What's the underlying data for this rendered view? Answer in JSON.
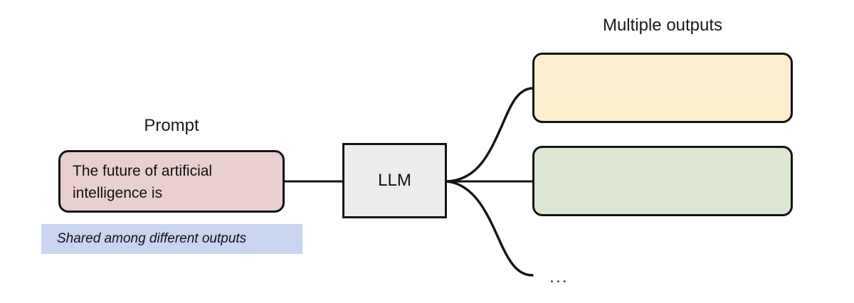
{
  "diagram": {
    "title": "LLM prompt with multiple outputs",
    "background_color": "#ffffff",
    "stroke_color": "#141414"
  },
  "captions": {
    "prompt_label": "Prompt",
    "outputs_label": "Multiple outputs"
  },
  "prompt": {
    "text": "The future of artificial intelligence is",
    "fill_color": "#e9cfcf"
  },
  "model": {
    "label": "LLM",
    "fill_color": "#ececec"
  },
  "outputs": [
    {
      "label": "",
      "fill_color": "#faeecc"
    },
    {
      "label": "",
      "fill_color": "#dde7d3"
    }
  ],
  "ellipsis": "...",
  "note": {
    "text": "Shared among different outputs",
    "highlight_color": "#c8d4f0"
  }
}
